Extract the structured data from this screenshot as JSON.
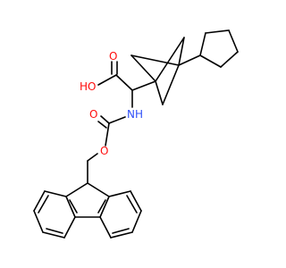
{
  "molecule": {
    "atom_labels": {
      "carbonyl_o_acid": "O",
      "hydroxyl": "HO",
      "amine": "NH",
      "carbonyl_o_carbamate": "O",
      "ester_o": "O"
    },
    "colors": {
      "bond": "#000000",
      "oxygen": "#ff0d0d",
      "nitrogen": "#3050f8",
      "background": "#ffffff"
    }
  }
}
